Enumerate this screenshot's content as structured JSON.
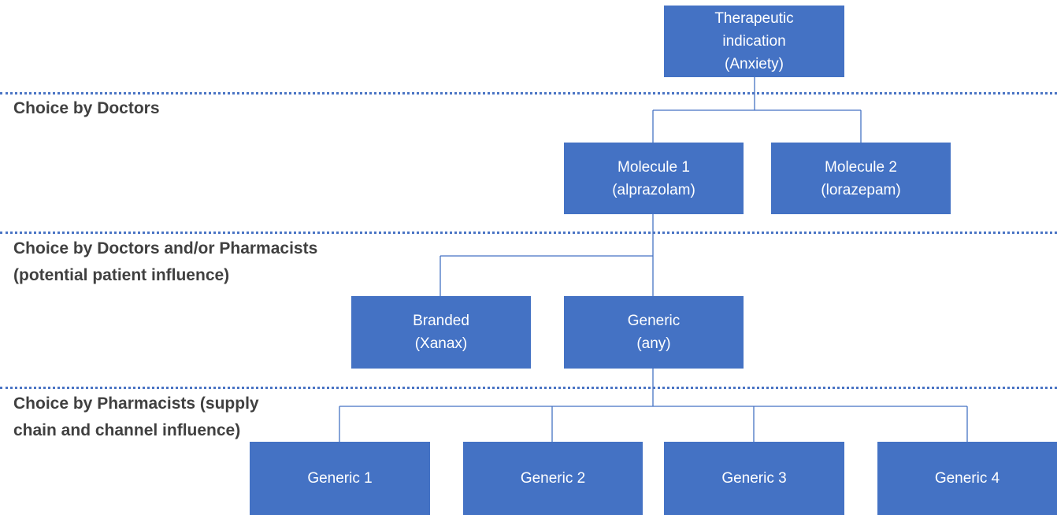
{
  "levels": {
    "doctors": "Choice by Doctors",
    "doctors_pharmacists_line1": "Choice by Doctors and/or Pharmacists",
    "doctors_pharmacists_line2": "(potential patient influence)",
    "pharmacists_line1": "Choice by Pharmacists (supply",
    "pharmacists_line2": "chain and channel influence)"
  },
  "nodes": {
    "indication": {
      "line1": "Therapeutic",
      "line2": "indication",
      "line3": "(Anxiety)"
    },
    "molecule1": {
      "line1": "Molecule 1",
      "line2": "(alprazolam)"
    },
    "molecule2": {
      "line1": "Molecule 2",
      "line2": "(lorazepam)"
    },
    "branded": {
      "line1": "Branded",
      "line2": "(Xanax)"
    },
    "generic": {
      "line1": "Generic",
      "line2": "(any)"
    },
    "generic_1": {
      "line1": "Generic 1"
    },
    "generic_2": {
      "line1": "Generic 2"
    },
    "generic_3": {
      "line1": "Generic 3"
    },
    "generic_4": {
      "line1": "Generic 4"
    }
  },
  "colors": {
    "node_fill": "#4472c4",
    "node_text": "#ffffff",
    "label_text": "#404040",
    "divider": "#4a74c4"
  }
}
